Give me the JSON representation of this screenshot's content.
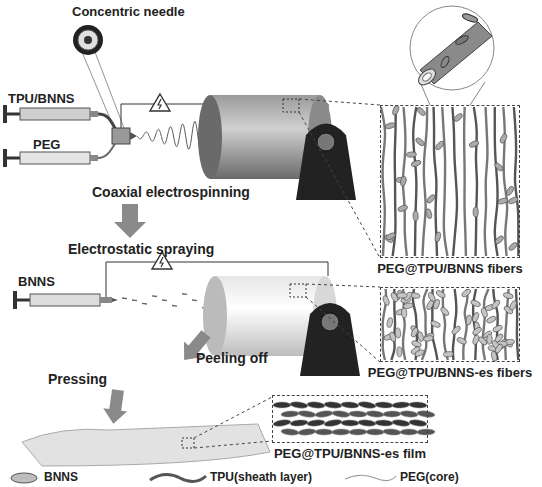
{
  "diagram": {
    "nodes": [
      {
        "text": [
          "PEG@TPU/BNNS fibers"
        ]
      },
      {
        "text": [
          "PEG@TPU/BNNS-es fibers"
        ]
      },
      {
        "text": [
          "PEG@TPU/BNNS-es film"
        ]
      }
    ],
    "labels": [
      "Concentric needle",
      "TPU/BNNS",
      "PEG",
      "Coaxial electrospinning",
      "Electrostatic spraying",
      "BNNS",
      "Peeling off",
      "Pressing"
    ],
    "legend": [
      {
        "text": "BNNS"
      },
      {
        "text": "TPU(sheath layer)"
      },
      {
        "text": "PEG(core)"
      }
    ]
  }
}
